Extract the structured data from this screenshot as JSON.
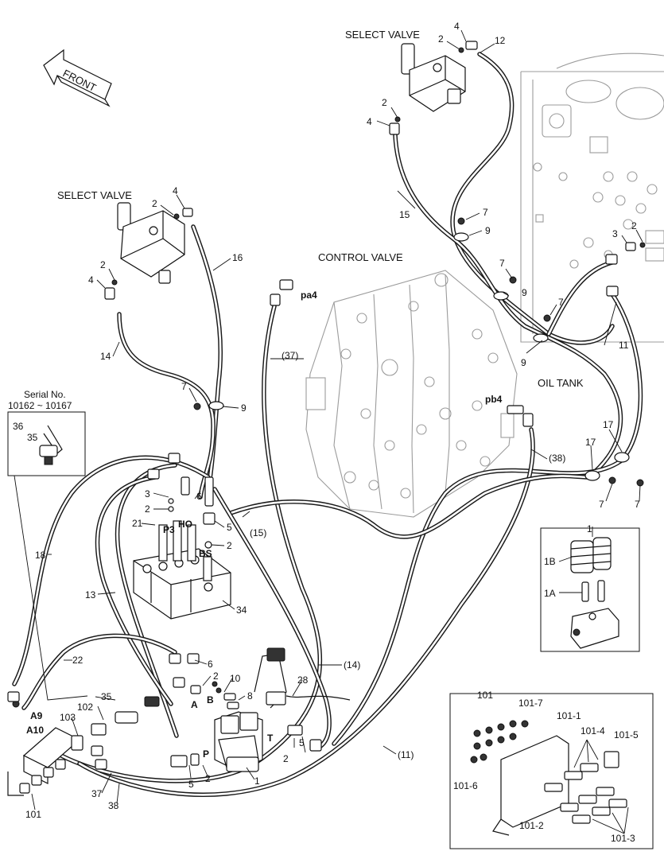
{
  "headings": {
    "select_valve_top": "SELECT VALVE",
    "select_valve_left": "SELECT VALVE",
    "control_valve": "CONTROL VALVE",
    "oil_tank": "OIL TANK",
    "front": "FRONT",
    "serial_title": "Serial No.",
    "serial_range": "10162 ~ 10167"
  },
  "ports": {
    "pa4": "pa4",
    "pb4": "pb4",
    "p3": "P3",
    "ho": "HO",
    "bs": "BS",
    "a": "A",
    "b": "B",
    "p": "P",
    "t": "T",
    "a9": "A9",
    "a10": "A10"
  },
  "part_labels": {
    "top_4": "4",
    "top_2": "2",
    "top_12": "12",
    "top_2b": "2",
    "top_4b": "4",
    "top_15": "15",
    "left_4": "4",
    "left_2": "2",
    "left_2b": "2",
    "left_4b": "4",
    "left_16": "16",
    "left_14": "14",
    "clamp_7a": "7",
    "clamp_9a": "9",
    "clamp_7b": "7",
    "clamp_9b": "9",
    "clamp_7c": "7",
    "clamp_9c": "9",
    "tank_3": "3",
    "tank_2": "2",
    "tank_11": "11",
    "cv_37": "(37)",
    "cv_38": "(38)",
    "cl_7d": "7",
    "cl_9d": "9",
    "serial_36": "36",
    "serial_35": "35",
    "r17a": "17",
    "r17b": "17",
    "r7e": "7",
    "r7f": "7",
    "blk_3": "3",
    "blk_2": "2",
    "blk_6": "6",
    "blk_5": "5",
    "blk_2b": "2",
    "blk_15p": "(15)",
    "blk_21": "21",
    "blk_18": "18",
    "blk_13": "13",
    "blk_34": "34",
    "low_22": "22",
    "low_6": "6",
    "low_2": "2",
    "low_10": "10",
    "low_8": "8",
    "low_28": "28",
    "low_14p": "(14)",
    "low_35": "35",
    "low_102": "102",
    "low_103": "103",
    "low_5a": "5",
    "low_2a": "2",
    "low_2b": "2",
    "low_5b": "5",
    "low_1": "1",
    "low_11p": "(11)",
    "low_37": "37",
    "low_38": "38",
    "low_101": "101"
  },
  "inset_1": {
    "title": "1",
    "l_1b": "1B",
    "l_1a": "1A"
  },
  "inset_101": {
    "title": "101",
    "l_101_7": "101-7",
    "l_101_1": "101-1",
    "l_101_4": "101-4",
    "l_101_5": "101-5",
    "l_101_6": "101-6",
    "l_101_2": "101-2",
    "l_101_3": "101-3"
  }
}
